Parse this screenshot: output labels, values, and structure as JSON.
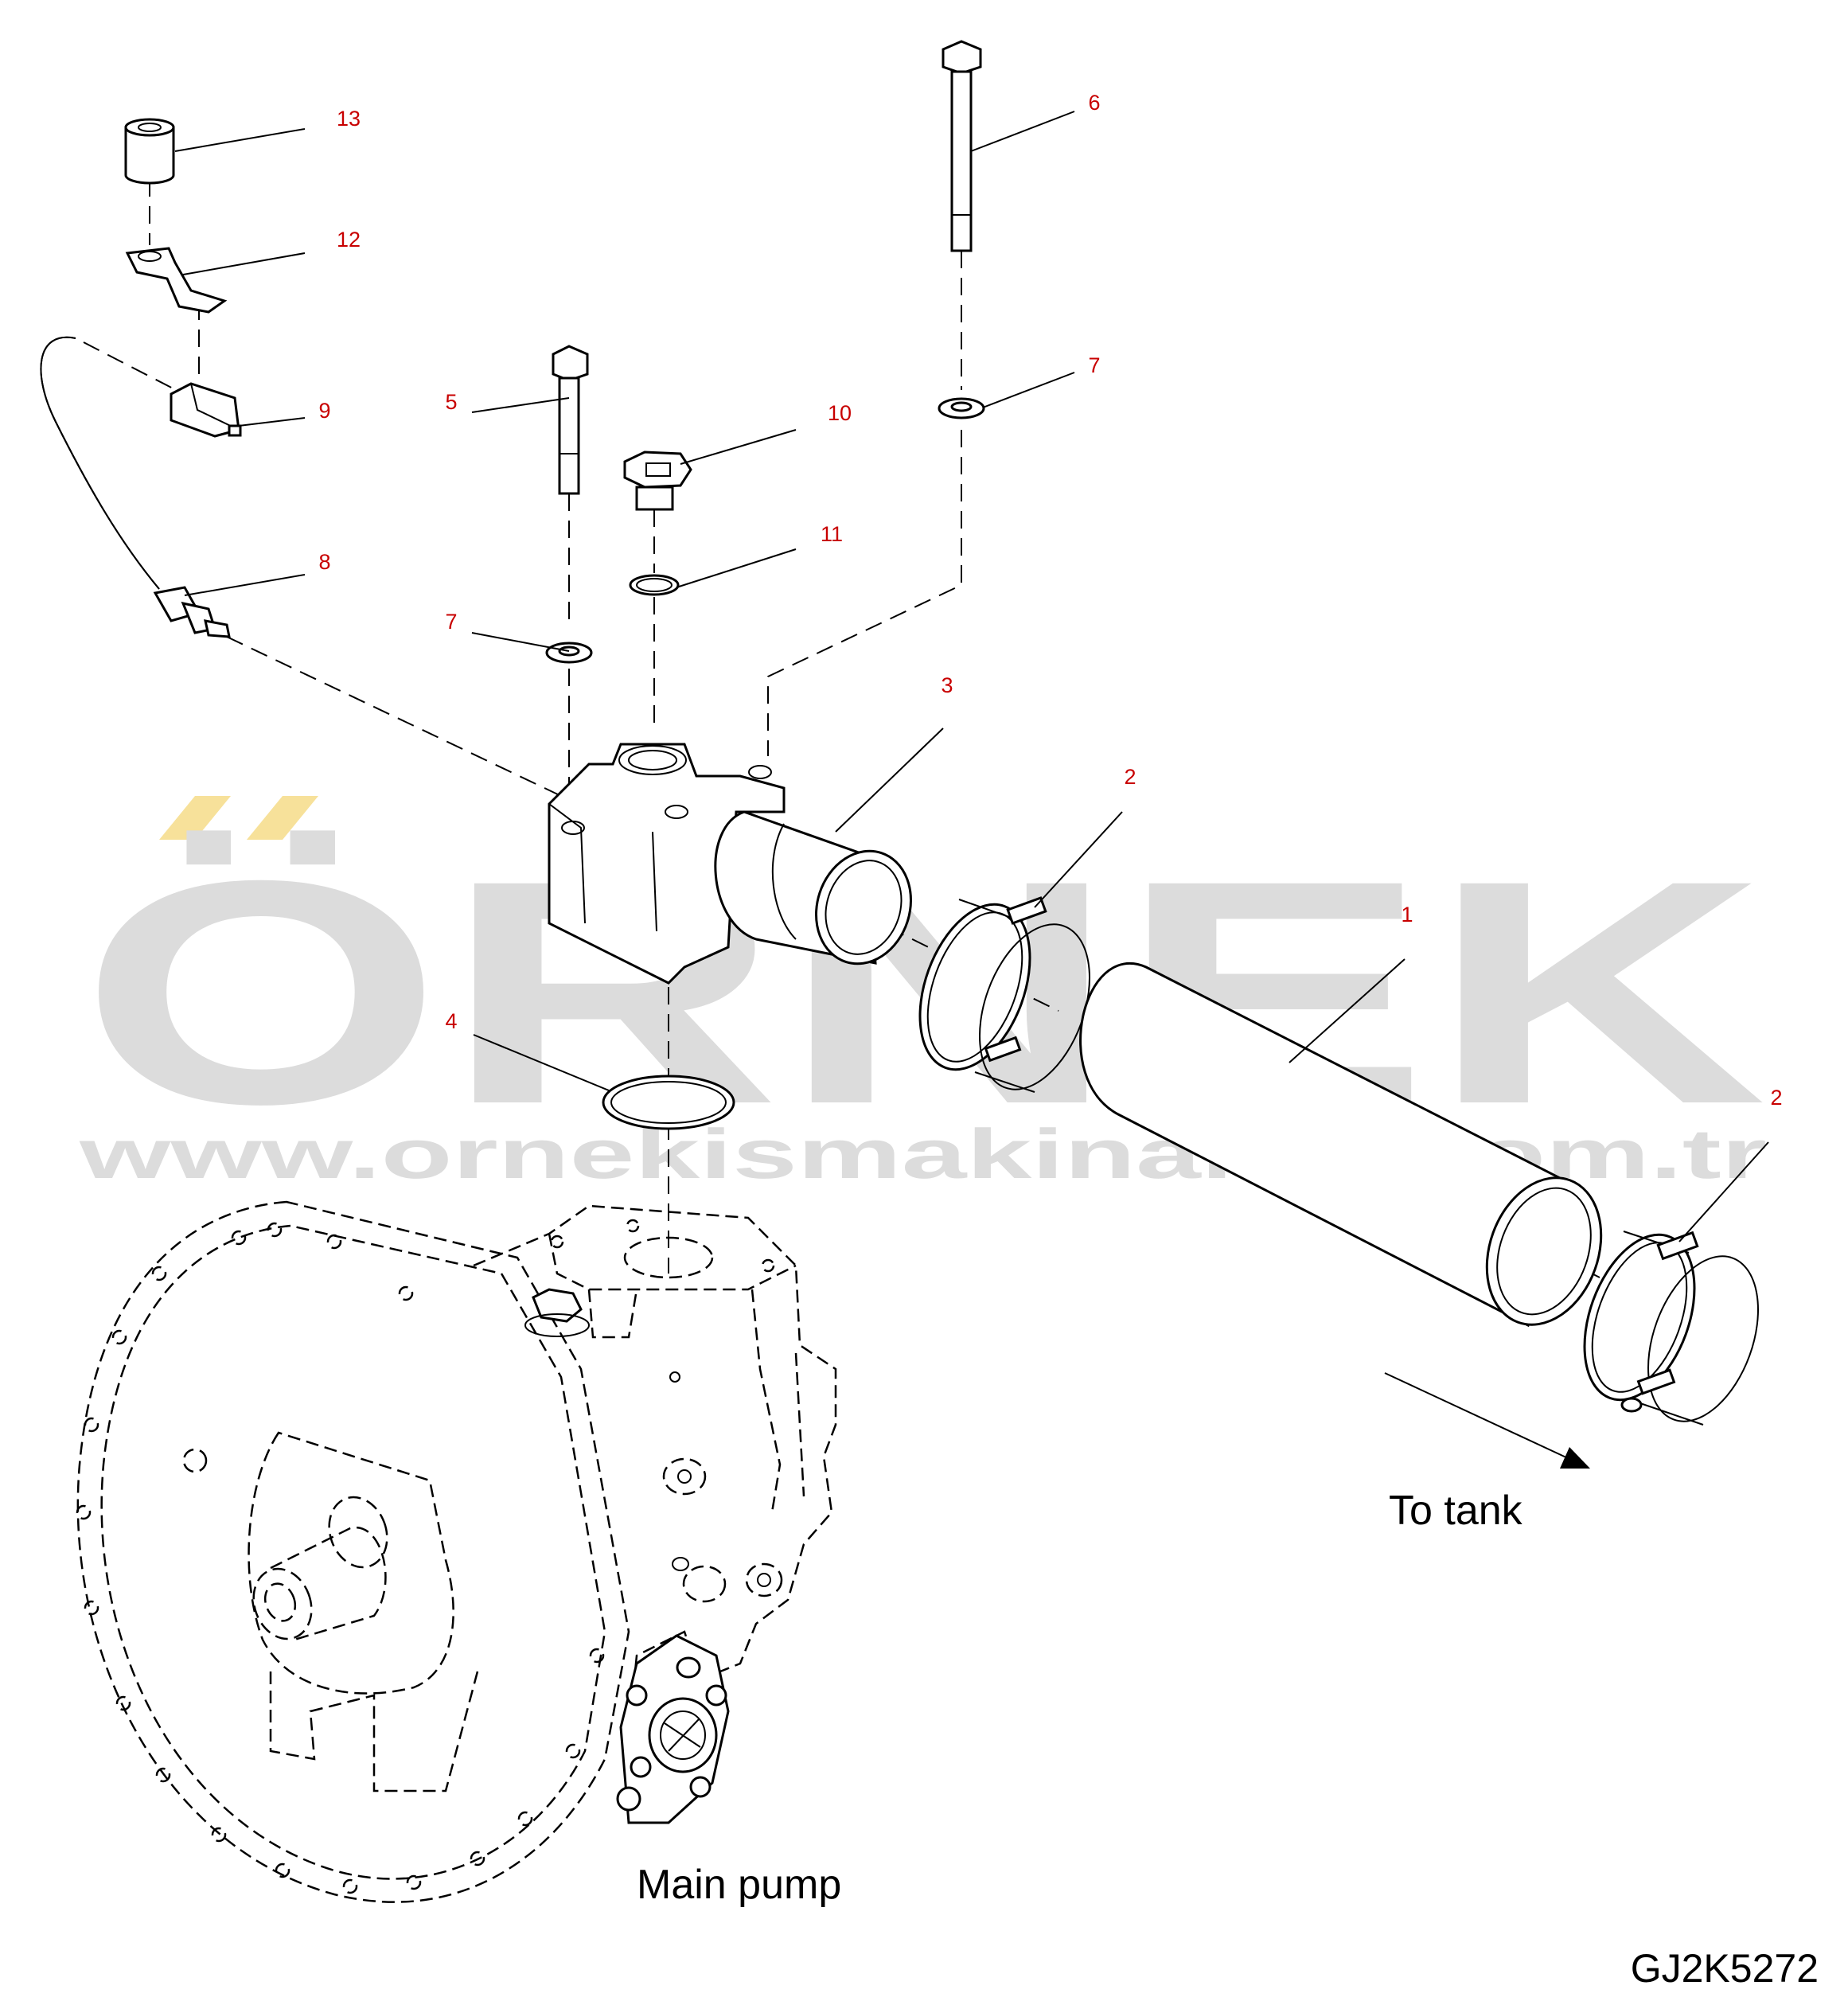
{
  "diagram": {
    "watermark": {
      "brand": "ÖRNEK",
      "url": "www.ornekismakinalari.com.tr",
      "accent_color": "#f7e19a",
      "text_color": "#dcdcdc"
    },
    "callouts": {
      "c1": "1",
      "c2a": "2",
      "c2b": "2",
      "c3": "3",
      "c4": "4",
      "c5": "5",
      "c6": "6",
      "c7a": "7",
      "c7b": "7",
      "c8": "8",
      "c9": "9",
      "c10": "10",
      "c11": "11",
      "c12": "12",
      "c13": "13"
    },
    "labels": {
      "to_tank": "To tank",
      "main_pump": "Main pump",
      "drawing_code": "GJ2K5272"
    },
    "callout_color": "#c80000"
  }
}
